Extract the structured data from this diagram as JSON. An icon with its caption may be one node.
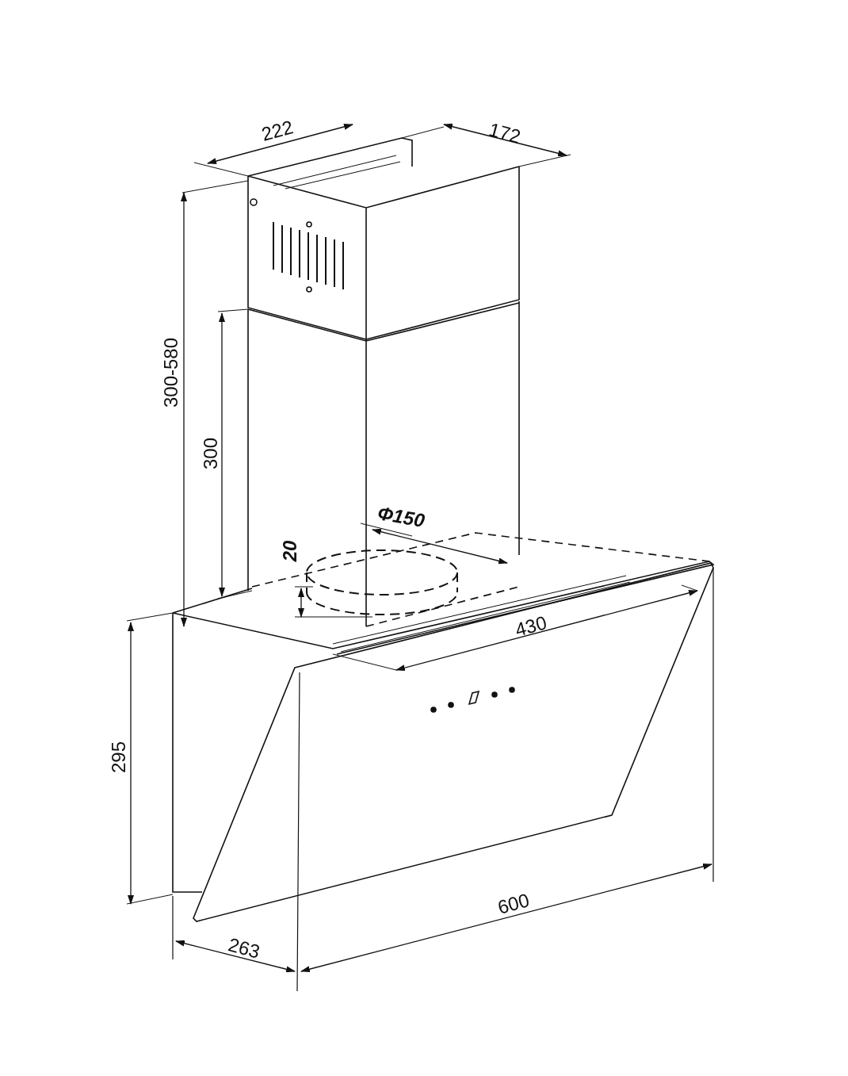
{
  "diagram": {
    "labels": [
      "222",
      "172",
      "300-580",
      "300",
      "Φ150",
      "20",
      "430",
      "295",
      "600",
      "263"
    ]
  }
}
